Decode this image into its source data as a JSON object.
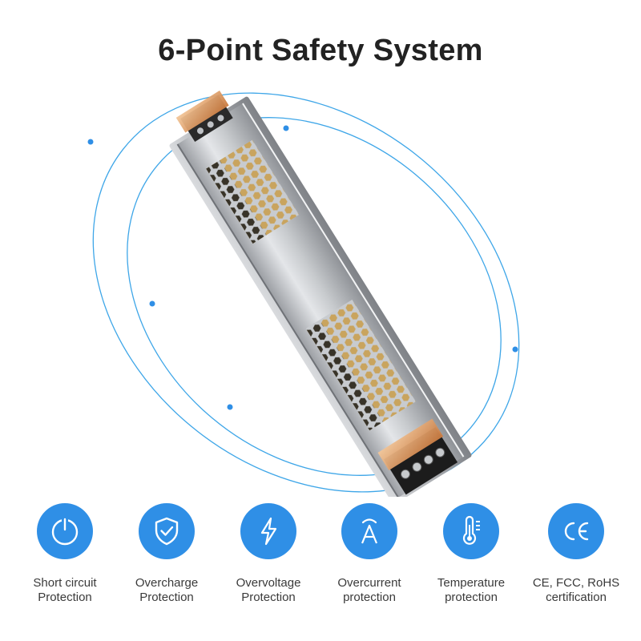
{
  "title": "6-Point Safety System",
  "colors": {
    "accent": "#2f8fe6",
    "orbit": "#3ea6e8",
    "text": "#3a3a3a"
  },
  "features": [
    {
      "icon": "power-icon",
      "line1": "Short circuit",
      "line2": "Protection"
    },
    {
      "icon": "shield-check-icon",
      "line1": "Overcharge",
      "line2": "Protection"
    },
    {
      "icon": "lightning-icon",
      "line1": "Overvoltage",
      "line2": "Protection"
    },
    {
      "icon": "ampere-icon",
      "line1": "Overcurrent",
      "line2": "protection"
    },
    {
      "icon": "thermometer-icon",
      "line1": "Temperature",
      "line2": "protection"
    },
    {
      "icon": "ce-mark-icon",
      "line1": "CE, FCC, RoHS",
      "line2": "certification"
    }
  ]
}
